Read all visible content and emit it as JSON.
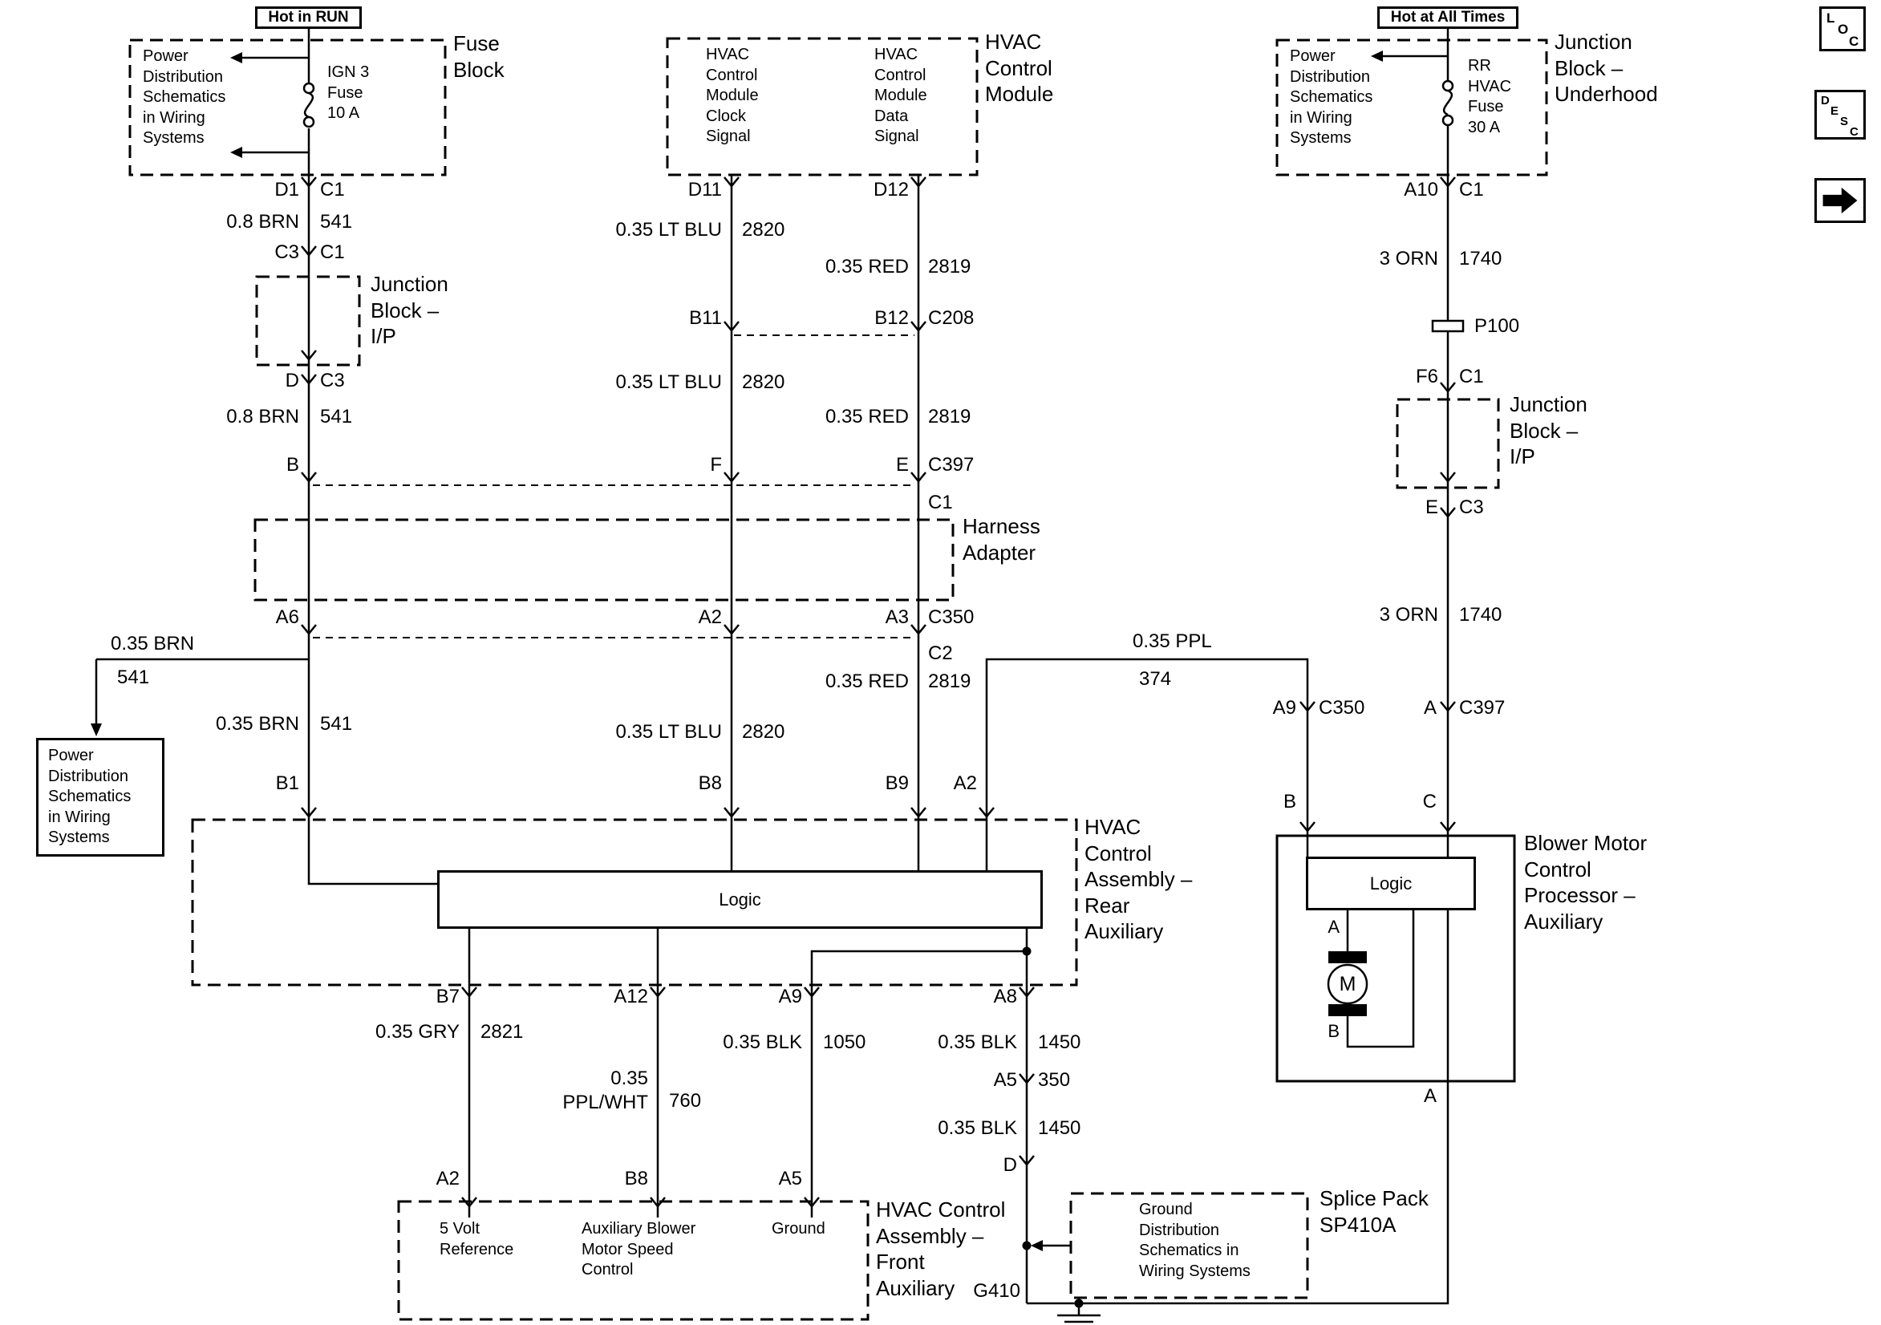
{
  "nav": {
    "loc_letters": [
      "L",
      "O",
      "C"
    ],
    "desc_letters": [
      "D",
      "E",
      "S",
      "C"
    ]
  },
  "banners": {
    "hot_in_run": "Hot in RUN",
    "hot_at_all_times": "Hot at All Times"
  },
  "boxes": {
    "fuse_block": {
      "title": "Fuse\nBlock",
      "power_dist": "Power\nDistribution\nSchematics\nin Wiring\nSystems",
      "fuse_label": "IGN 3\nFuse\n10 A"
    },
    "hvac_module": {
      "title": "HVAC\nControl\nModule",
      "clock_signal": "HVAC\nControl\nModule\nClock\nSignal",
      "data_signal": "HVAC\nControl\nModule\nData\nSignal"
    },
    "jb_underhood": {
      "title": "Junction\nBlock –\nUnderhood",
      "power_dist": "Power\nDistribution\nSchematics\nin Wiring\nSystems",
      "fuse_label": "RR\nHVAC\nFuse\n30 A"
    },
    "jb_ip_left": {
      "title": "Junction\nBlock –\nI/P"
    },
    "jb_ip_right": {
      "title": "Junction\nBlock –\nI/P"
    },
    "harness_adapter": {
      "title": "Harness\nAdapter"
    },
    "power_dist_ref": {
      "text": "Power\nDistribution\nSchematics\nin Wiring\nSystems"
    },
    "rear_aux": {
      "title": "HVAC\nControl\nAssembly –\nRear\nAuxiliary",
      "logic": "Logic"
    },
    "front_aux": {
      "title": "HVAC Control\nAssembly –\nFront\nAuxiliary",
      "volt_ref": "5 Volt\nReference",
      "blower_ctl": "Auxiliary Blower\nMotor Speed\nControl",
      "ground": "Ground"
    },
    "blower_processor": {
      "title": "Blower Motor\nControl\nProcessor –\nAuxiliary",
      "logic": "Logic",
      "motor": "M",
      "pin_a": "A",
      "pin_b": "B"
    },
    "ground_dist": {
      "text": "Ground\nDistribution\nSchematics in\nWiring Systems",
      "splice_label": "Splice Pack\nSP410A"
    }
  },
  "connectors": {
    "p100": "P100",
    "c208": "C208",
    "c397": "C397",
    "c1": "C1",
    "c350": "C350",
    "c2": "C2",
    "g410": "G410"
  },
  "pins": {
    "d1": "D1",
    "c1_a": "C1",
    "c3_a": "C3",
    "c1_b": "C1",
    "d": "D",
    "c3_b": "C3",
    "b": "B",
    "a6": "A6",
    "b1": "B1",
    "d11": "D11",
    "d12": "D12",
    "b11": "B11",
    "b12": "B12",
    "f": "F",
    "e": "E",
    "a2_mid": "A2",
    "a3": "A3",
    "b8": "B8",
    "b9": "B9",
    "a2_low": "A2",
    "a10": "A10",
    "c1_r1": "C1",
    "f6": "F6",
    "c1_r2": "C1",
    "e_r": "E",
    "c3_r": "C3",
    "a9_r": "A9",
    "c350_r": "C350",
    "a_r": "A",
    "c397_r": "C397",
    "b_r": "B",
    "c_r": "C",
    "a_out": "A",
    "b7": "B7",
    "a12": "A12",
    "a9_b": "A9",
    "a8": "A8",
    "a5_mid": "A5",
    "n350": "350",
    "d_b": "D",
    "a2_f": "A2",
    "b8_f": "B8",
    "a5_f": "A5"
  },
  "wires": {
    "brn1": {
      "color": "0.8 BRN",
      "circuit": "541"
    },
    "brn2": {
      "color": "0.8 BRN",
      "circuit": "541"
    },
    "brn3": {
      "color": "0.35 BRN",
      "circuit": "541"
    },
    "brn4": {
      "color": "0.35 BRN",
      "circuit": "541"
    },
    "blu1": {
      "color": "0.35 LT BLU",
      "circuit": "2820"
    },
    "blu2": {
      "color": "0.35 LT BLU",
      "circuit": "2820"
    },
    "blu3": {
      "color": "0.35 LT BLU",
      "circuit": "2820"
    },
    "red1": {
      "color": "0.35 RED",
      "circuit": "2819"
    },
    "red2": {
      "color": "0.35 RED",
      "circuit": "2819"
    },
    "red3": {
      "color": "0.35 RED",
      "circuit": "2819"
    },
    "orn1": {
      "color": "3 ORN",
      "circuit": "1740"
    },
    "orn2": {
      "color": "3 ORN",
      "circuit": "1740"
    },
    "ppl": {
      "color": "0.35 PPL",
      "circuit": "374"
    },
    "gry": {
      "color": "0.35 GRY",
      "circuit": "2821"
    },
    "pplwht": {
      "color": "0.35\nPPL/WHT",
      "circuit": "760"
    },
    "blk1": {
      "color": "0.35 BLK",
      "circuit": "1050"
    },
    "blk2": {
      "color": "0.35 BLK",
      "circuit": "1450"
    },
    "blk3": {
      "color": "0.35 BLK",
      "circuit": "1450"
    }
  },
  "colors": {
    "line": "#000000",
    "background": "#ffffff"
  }
}
